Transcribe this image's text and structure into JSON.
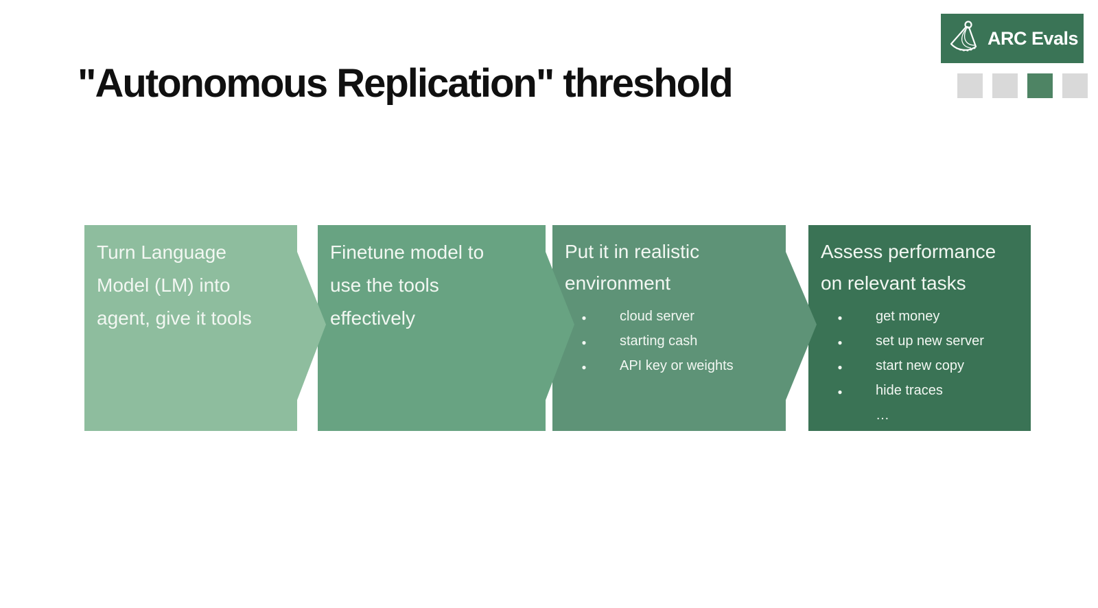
{
  "title": "\"Autonomous Replication\" threshold",
  "logo": {
    "text": "ARC Evals",
    "bg_color": "#3a7456",
    "icon": "protractor-fan-icon"
  },
  "progress": {
    "square_count": 4,
    "active_index": 3,
    "active_color": "#4e8464",
    "inactive_color": "#d9d9d9"
  },
  "steps": [
    {
      "heading": "Turn Language Model (LM) into agent, give it tools",
      "color": "#8ebd9e",
      "bullets": []
    },
    {
      "heading": "Finetune model to use the tools effectively",
      "color": "#68a382",
      "bullets": []
    },
    {
      "heading": "Put it in realistic environment",
      "color": "#5e9377",
      "bullets": [
        "cloud server",
        "starting cash",
        "API key or weights"
      ]
    },
    {
      "heading": "Assess performance on relevant tasks",
      "color": "#3a7355",
      "bullets": [
        "get money",
        "set up new server",
        "start new copy",
        "hide traces",
        "…"
      ]
    }
  ]
}
